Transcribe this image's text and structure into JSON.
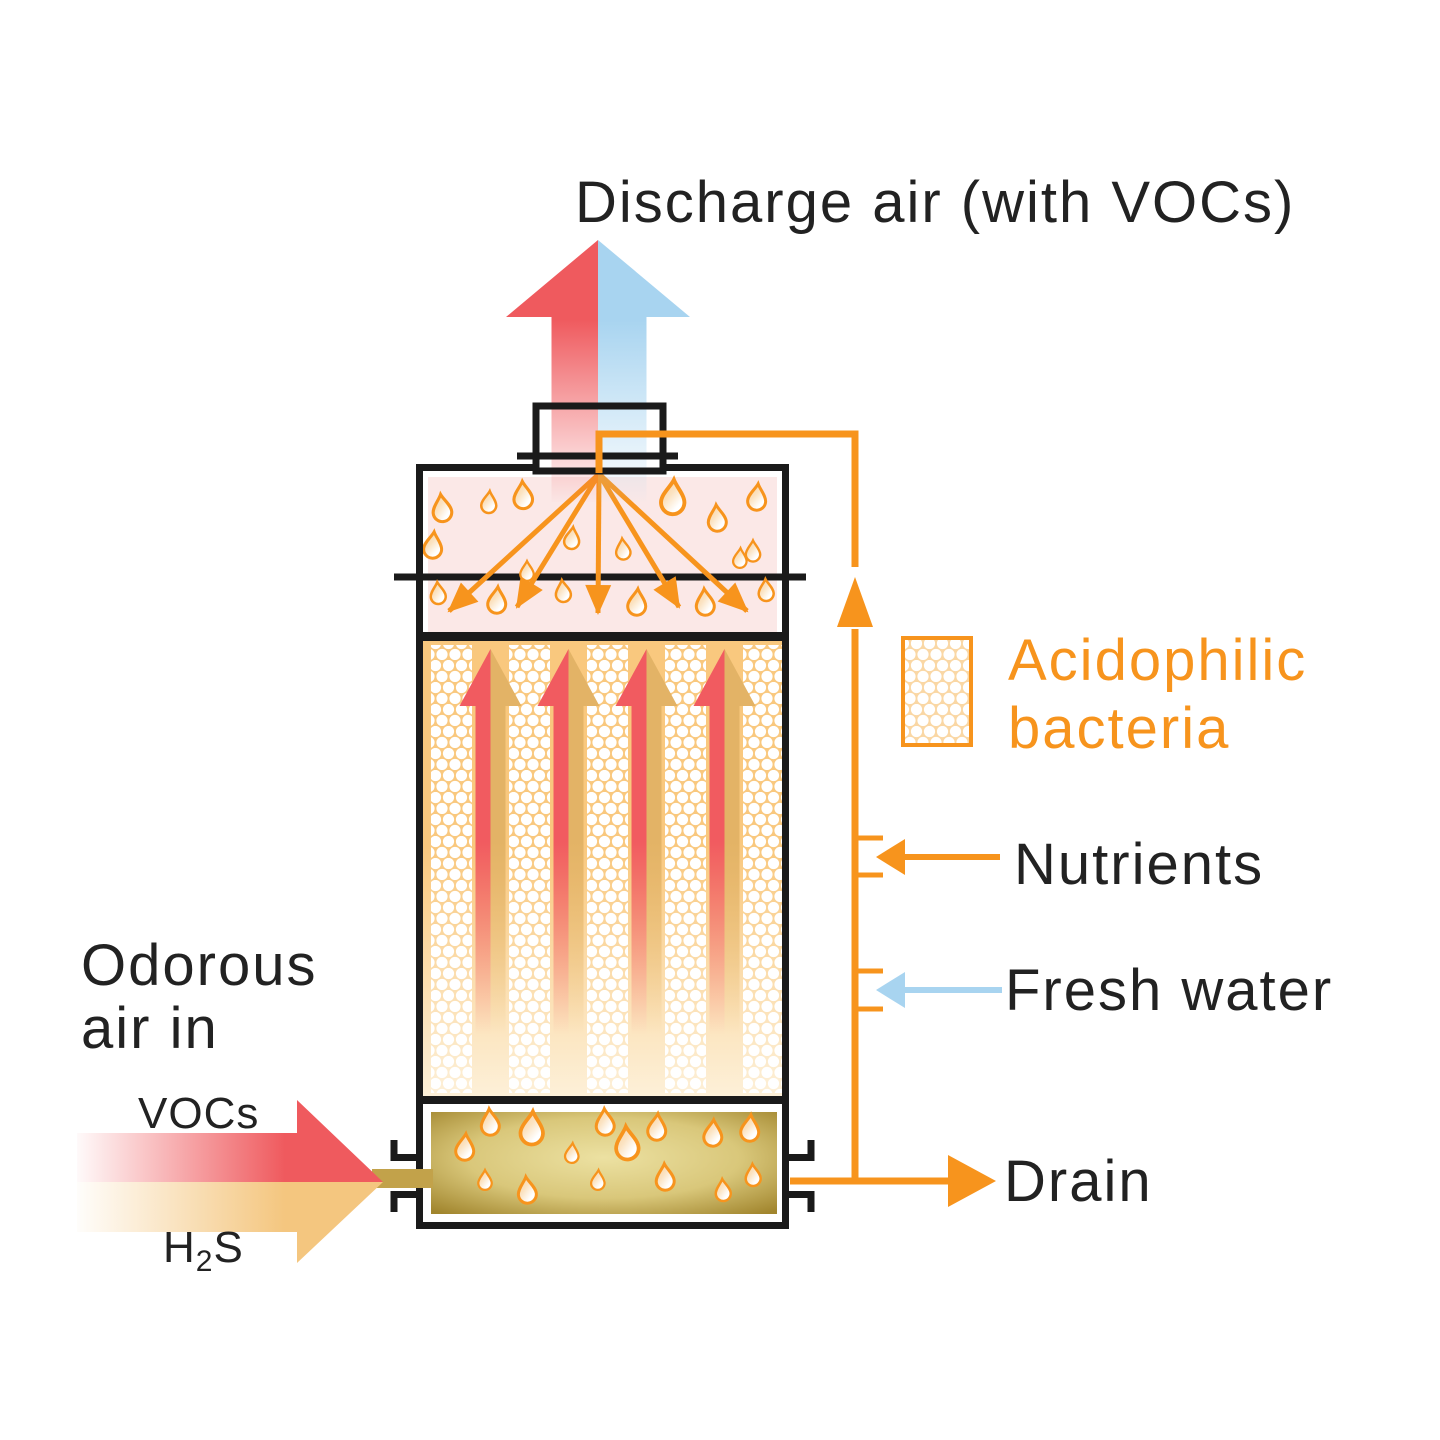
{
  "title": "Discharge air (with VOCs)",
  "inlet": {
    "heading_line1": "Odorous",
    "heading_line2": "air in",
    "voc_label": "VOCs",
    "h2s_prefix": "H",
    "h2s_sub": "2",
    "h2s_suffix": "S"
  },
  "legend": {
    "swatch_icon": "dotted-packing-swatch",
    "line1": "Acidophilic",
    "line2": "bacteria"
  },
  "ports": {
    "nutrients_label": "Nutrients",
    "fresh_water_label": "Fresh water",
    "drain_label": "Drain"
  },
  "icons": [
    "discharge-up-arrow",
    "inlet-right-arrow",
    "recirculation-up-arrow",
    "nutrients-left-arrow",
    "fresh-water-left-arrow",
    "drain-right-arrow",
    "spray-nozzle-fan",
    "droplet-icon",
    "airflow-up-arrow"
  ],
  "colors": {
    "orange": "#F7941D",
    "red": "#EF5A5E",
    "tan": "#E3B366",
    "inlet_tan": "#F4C67F",
    "blue": "#A8D4F0",
    "pink_chamber": "#FBE8E7",
    "packing_top": "#F9C87E",
    "packing_bottom": "#FDF0D8",
    "sump_dark": "#A1852D",
    "sump_light": "#ECE1A2",
    "pipe_stub": "#C2A24A",
    "outline_black": "#1A1A1A",
    "text_black": "#222222"
  }
}
